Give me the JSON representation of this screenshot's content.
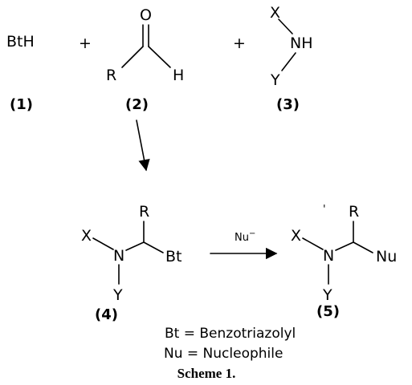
{
  "reactants": {
    "plus_sign": "+",
    "bth": {
      "formula": "BtH",
      "number": "(1)"
    },
    "aldehyde": {
      "r": "R",
      "o": "O",
      "h": "H",
      "number": "(2)"
    },
    "amine": {
      "x": "X",
      "nh": "NH",
      "y": "Y",
      "number": "(3)"
    }
  },
  "adduct": {
    "r": "R",
    "x": "X",
    "n": "N",
    "y": "Y",
    "bt": "Bt",
    "number": "(4)"
  },
  "reagent": {
    "nucleophile": "Nu",
    "charge": "−"
  },
  "product": {
    "r": "R",
    "x": "X",
    "n": "N",
    "y": "Y",
    "nu": "Nu",
    "number": "(5)",
    "stray_mark": "'"
  },
  "definitions": {
    "bt": "Bt = Benzotriazolyl",
    "nu": "Nu = Nucleophile"
  },
  "caption": "Scheme 1."
}
